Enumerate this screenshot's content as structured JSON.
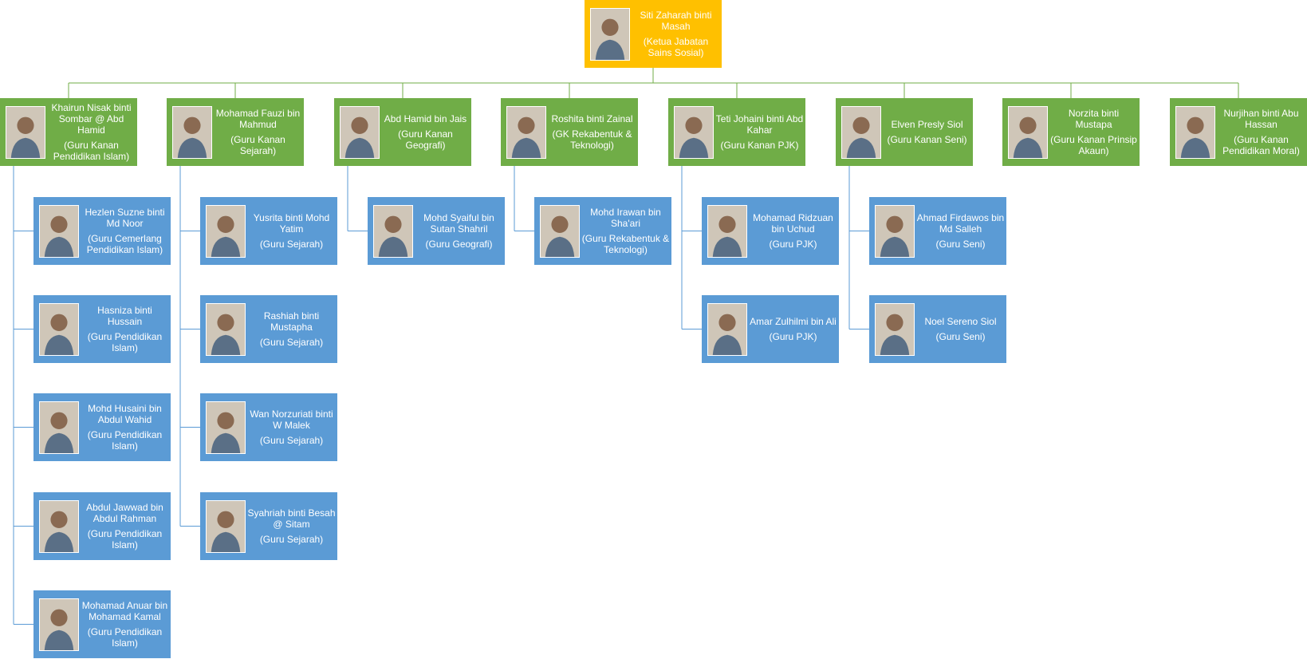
{
  "colors": {
    "head": "#ffc000",
    "senior": "#70ad47",
    "teacher": "#5b9bd5",
    "line_green": "#70ad47",
    "line_blue": "#5b9bd5"
  },
  "head": {
    "name": "Siti Zaharah binti Masah",
    "role": "(Ketua Jabatan Sains Sosial)",
    "photo_icon": "person-photo"
  },
  "groups": [
    {
      "leader": {
        "name": "Khairun Nisak binti Sombar @ Abd Hamid",
        "role": "(Guru Kanan Pendidikan Islam)",
        "photo_icon": "person-photo"
      },
      "members": [
        {
          "name": "Hezlen Suzne binti Md Noor",
          "role": "(Guru Cemerlang Pendidikan Islam)",
          "photo_icon": "person-photo"
        },
        {
          "name": "Hasniza binti Hussain",
          "role": "(Guru Pendidikan Islam)",
          "photo_icon": "person-photo"
        },
        {
          "name": "Mohd Husaini bin Abdul Wahid",
          "role": "(Guru Pendidikan Islam)",
          "photo_icon": "person-photo"
        },
        {
          "name": "Abdul Jawwad bin Abdul Rahman",
          "role": "(Guru Pendidikan Islam)",
          "photo_icon": "person-photo"
        },
        {
          "name": "Mohamad Anuar bin Mohamad Kamal",
          "role": "(Guru Pendidikan Islam)",
          "photo_icon": "person-photo"
        }
      ]
    },
    {
      "leader": {
        "name": "Mohamad Fauzi bin Mahmud",
        "role": "(Guru Kanan Sejarah)",
        "photo_icon": "person-photo"
      },
      "members": [
        {
          "name": "Yusrita binti Mohd Yatim",
          "role": "(Guru Sejarah)",
          "photo_icon": "person-photo"
        },
        {
          "name": "Rashiah binti Mustapha",
          "role": "(Guru Sejarah)",
          "photo_icon": "person-photo"
        },
        {
          "name": "Wan Norzuriati binti W Malek",
          "role": "(Guru Sejarah)",
          "photo_icon": "person-photo"
        },
        {
          "name": "Syahriah binti Besah @ Sitam",
          "role": "(Guru Sejarah)",
          "photo_icon": "person-photo"
        }
      ]
    },
    {
      "leader": {
        "name": "Abd Hamid bin Jais",
        "role": "(Guru Kanan Geografi)",
        "photo_icon": "person-photo"
      },
      "members": [
        {
          "name": "Mohd Syaiful bin Sutan Shahril",
          "role": "(Guru Geografi)",
          "photo_icon": "person-photo"
        }
      ]
    },
    {
      "leader": {
        "name": "Roshita binti Zainal",
        "role": "(GK Rekabentuk & Teknologi)",
        "photo_icon": "person-photo"
      },
      "members": [
        {
          "name": "Mohd Irawan bin Sha'ari",
          "role": "(Guru Rekabentuk & Teknologi)",
          "photo_icon": "person-photo"
        }
      ]
    },
    {
      "leader": {
        "name": "Teti Johaini binti Abd Kahar",
        "role": "(Guru Kanan PJK)",
        "photo_icon": "person-photo"
      },
      "members": [
        {
          "name": "Mohamad Ridzuan bin Uchud",
          "role": "(Guru PJK)",
          "photo_icon": "person-photo"
        },
        {
          "name": "Amar Zulhilmi bin Ali",
          "role": "(Guru PJK)",
          "photo_icon": "person-photo"
        }
      ]
    },
    {
      "leader": {
        "name": "Elven Presly Siol",
        "role": "(Guru Kanan Seni)",
        "photo_icon": "person-photo"
      },
      "members": [
        {
          "name": "Ahmad Firdawos bin Md Salleh",
          "role": "(Guru Seni)",
          "photo_icon": "person-photo"
        },
        {
          "name": "Noel Sereno Siol",
          "role": "(Guru Seni)",
          "photo_icon": "person-photo"
        }
      ]
    },
    {
      "leader": {
        "name": "Norzita binti Mustapa",
        "role": "(Guru Kanan Prinsip Akaun)",
        "photo_icon": "person-photo"
      },
      "members": []
    },
    {
      "leader": {
        "name": "Nurjihan binti Abu Hassan",
        "role": "(Guru Kanan Pendidikan Moral)",
        "photo_icon": "person-photo"
      },
      "members": []
    }
  ]
}
